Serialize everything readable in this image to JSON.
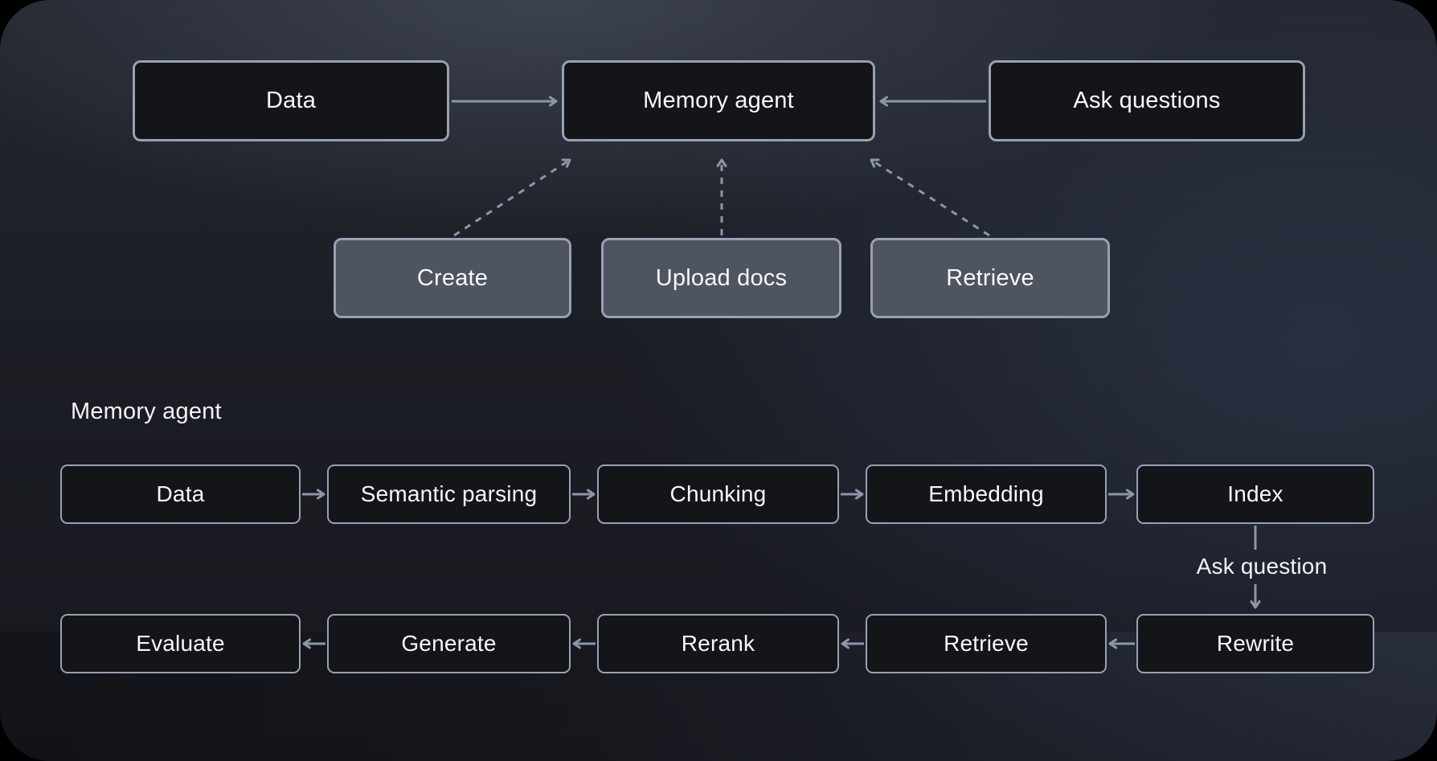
{
  "diagram": {
    "top_flow": {
      "data_label": "Data",
      "memory_agent_label": "Memory agent",
      "ask_questions_label": "Ask questions",
      "create_label": "Create",
      "upload_docs_label": "Upload docs",
      "retrieve_label": "Retrieve"
    },
    "pipeline": {
      "section_label": "Memory agent",
      "connector_label": "Ask question",
      "row1": [
        "Data",
        "Semantic parsing",
        "Chunking",
        "Embedding",
        "Index"
      ],
      "row2": [
        "Evaluate",
        "Generate",
        "Rerank",
        "Retrieve",
        "Rewrite"
      ]
    },
    "edges": [
      {
        "from": "data",
        "to": "memory-agent",
        "style": "solid"
      },
      {
        "from": "ask-questions",
        "to": "memory-agent",
        "style": "solid"
      },
      {
        "from": "create",
        "to": "memory-agent",
        "style": "dashed"
      },
      {
        "from": "upload-docs",
        "to": "memory-agent",
        "style": "dashed"
      },
      {
        "from": "retrieve-action",
        "to": "memory-agent",
        "style": "dashed"
      },
      {
        "from": "pipeline-data",
        "to": "semantic-parsing",
        "style": "solid"
      },
      {
        "from": "semantic-parsing",
        "to": "chunking",
        "style": "solid"
      },
      {
        "from": "chunking",
        "to": "embedding",
        "style": "solid"
      },
      {
        "from": "embedding",
        "to": "index",
        "style": "solid"
      },
      {
        "from": "index",
        "to": "rewrite",
        "style": "solid",
        "label": "Ask question"
      },
      {
        "from": "rewrite",
        "to": "retrieve",
        "style": "solid"
      },
      {
        "from": "retrieve",
        "to": "rerank",
        "style": "solid"
      },
      {
        "from": "rerank",
        "to": "generate",
        "style": "solid"
      },
      {
        "from": "generate",
        "to": "evaluate",
        "style": "solid"
      }
    ],
    "colors": {
      "background_outer": "#000000",
      "surface_top": "#2c2f3a",
      "surface_mid": "#1b1c21",
      "surface_right": "#232733",
      "node_fill": "#141519",
      "node_border": "#98a1b3",
      "action_fill": "#4e5460",
      "connector": "#8d96a9",
      "text": "#f7f8fa"
    }
  }
}
